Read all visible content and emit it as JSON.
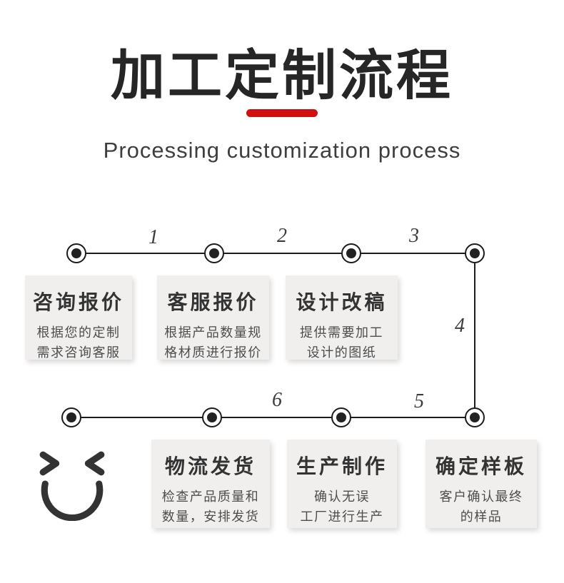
{
  "header": {
    "title": "加工定制流程",
    "subtitle": "Processing customization process",
    "accent_color": "#d20f0f"
  },
  "flow": {
    "numbers": [
      "1",
      "2",
      "3",
      "4",
      "5",
      "6"
    ],
    "steps": [
      {
        "title": "咨询报价",
        "desc1": "根据您的定制",
        "desc2": "需求咨询客服"
      },
      {
        "title": "客服报价",
        "desc1": "根据产品数量规",
        "desc2": "格材质进行报价"
      },
      {
        "title": "设计改稿",
        "desc1": "提供需要加工",
        "desc2": "设计的图纸"
      },
      {
        "title": "确定样板",
        "desc1": "客户确认最终",
        "desc2": "的样品"
      },
      {
        "title": "生产制作",
        "desc1": "确认无误",
        "desc2": "工厂进行生产"
      },
      {
        "title": "物流发货",
        "desc1": "检查产品质量和",
        "desc2": "数量，安排发货"
      }
    ],
    "icon": "smiley-closed-eyes"
  }
}
